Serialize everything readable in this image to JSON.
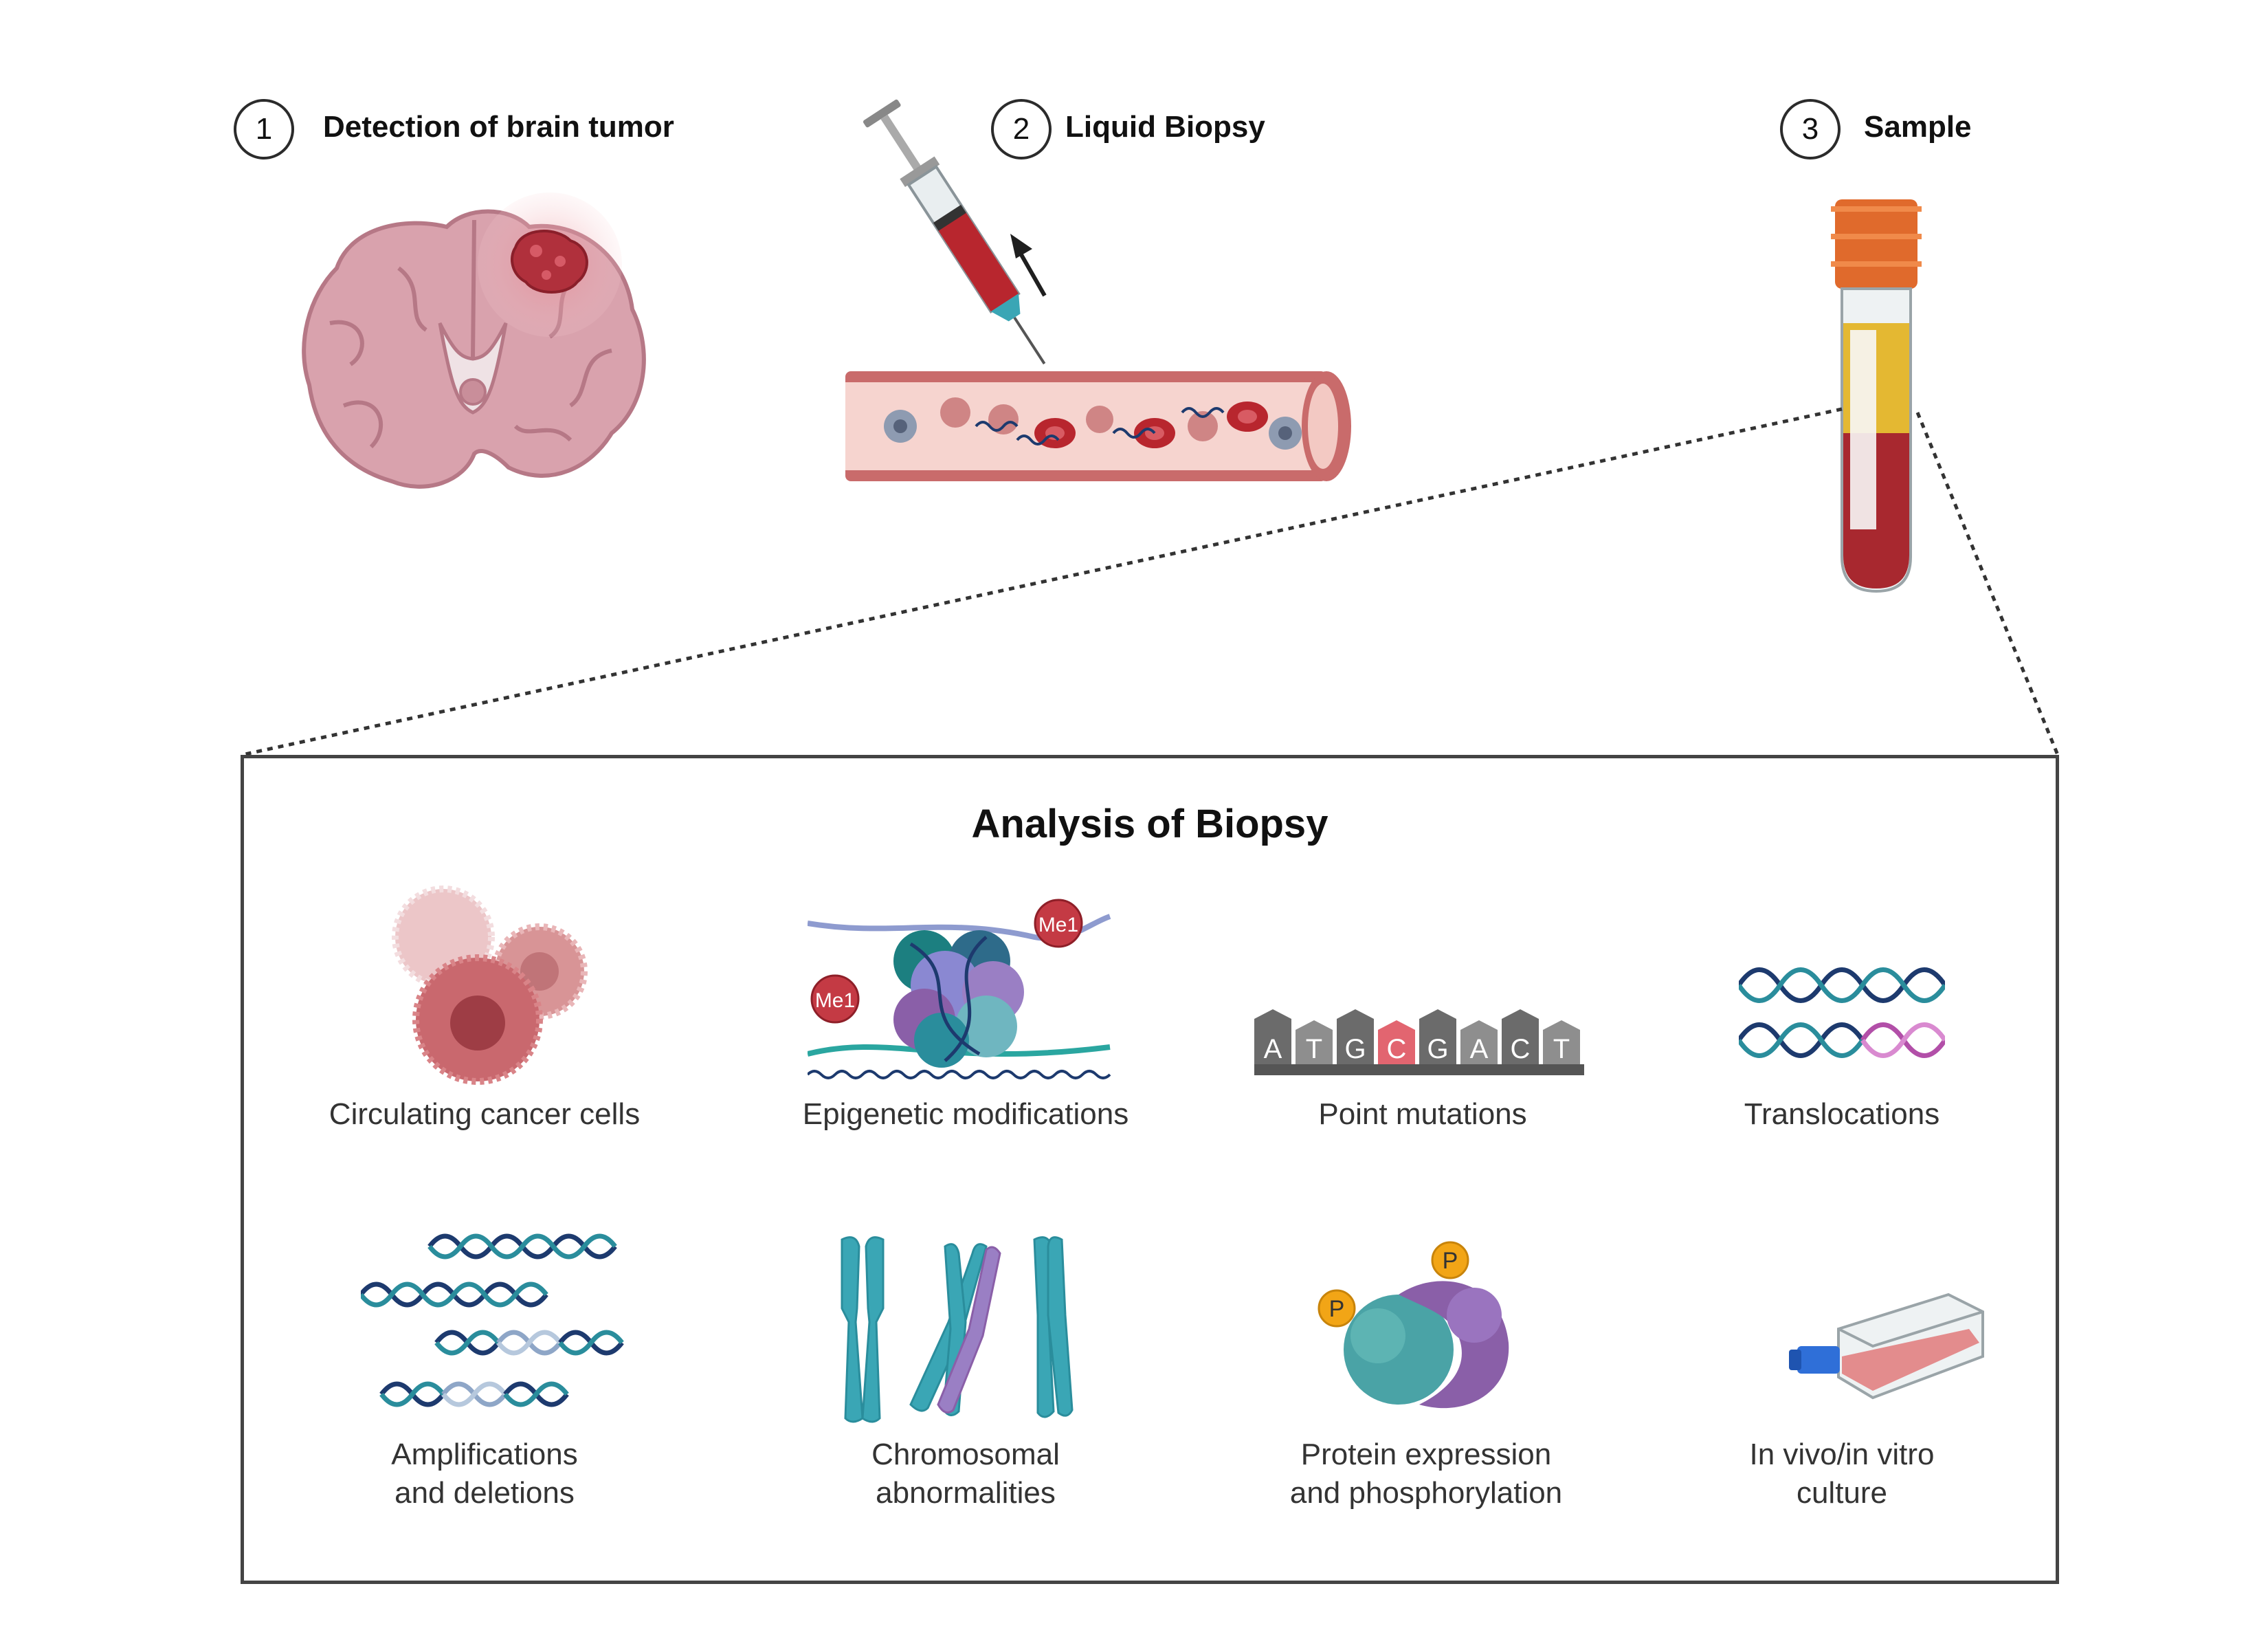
{
  "steps": [
    {
      "number": "1",
      "label": "Detection of brain tumor"
    },
    {
      "number": "2",
      "label": "Liquid Biopsy"
    },
    {
      "number": "3",
      "label": "Sample"
    }
  ],
  "panel": {
    "title": "Analysis of Biopsy",
    "items": [
      {
        "label": "Circulating cancer cells"
      },
      {
        "label": "Epigenetic modifications"
      },
      {
        "label": "Point mutations"
      },
      {
        "label": "Translocations"
      },
      {
        "label": "Amplifications\nand deletions"
      },
      {
        "label": "Chromosomal\nabnormalities"
      },
      {
        "label": "Protein expression\nand phosphorylation"
      },
      {
        "label": "In vivo/in vitro\nculture"
      }
    ]
  },
  "icons": {
    "methyl_tag": "Me1",
    "phospho_tag": "P",
    "bases": [
      "A",
      "T",
      "G",
      "C",
      "G",
      "A",
      "C",
      "T"
    ]
  },
  "colors": {
    "tumor": "#b0303c",
    "brain": "#d9a2ad",
    "blood": "#b8262e",
    "plasma": "#e4b832",
    "dna_dark": "#1d3a6e",
    "dna_teal": "#2a8d9c",
    "chromosome": "#3aa6b5",
    "purple": "#8a5fa8",
    "cap_orange": "#e06a2c",
    "phospho": "#f2a516"
  }
}
